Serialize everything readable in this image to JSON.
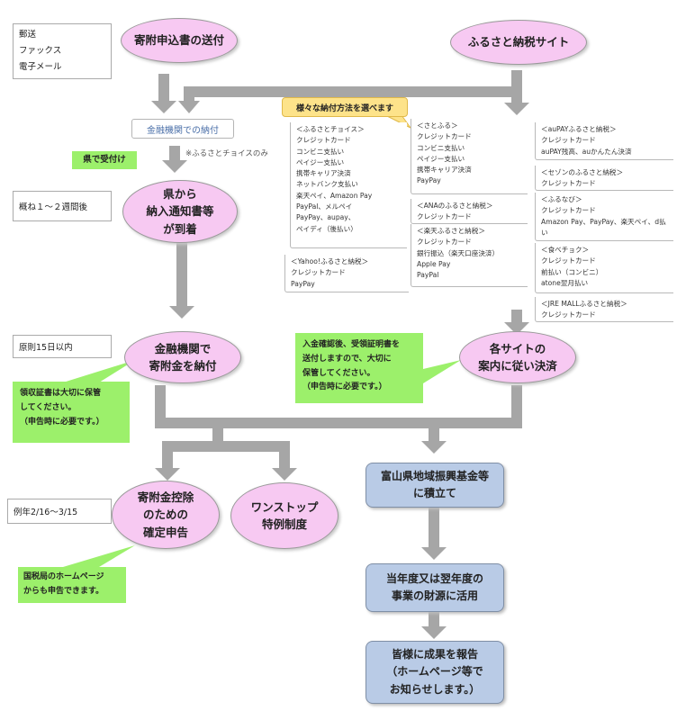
{
  "top_left_note": "郵送\nファックス\n電子メール",
  "nodes": {
    "send_form": "寄附申込書の送付",
    "furusato_site": "ふるさと納税サイト",
    "bank_payment": "金融機関での納付",
    "choice_only": "※ふるさとチョイスのみ",
    "pref_received": "県で受付け",
    "notice_arrival": "県から\n納入通知書等\nが到着",
    "pay_at_bank": "金融機関で\n寄附金を納付",
    "pay_by_site": "各サイトの\n案内に従い決済",
    "tax_return": "寄附金控除\nのための\n確定申告",
    "one_stop": "ワンストップ\n特例制度",
    "fund": "富山県地域振興基金等\nに積立て",
    "use_funds": "当年度又は翌年度の\n事業の財源に活用",
    "report": "皆様に成果を報告\n（ホームページ等で\nお知らせします。）"
  },
  "timing": {
    "t1": "概ね１～２週間後",
    "t2": "原則15日以内",
    "t3": "例年2/16～3/15"
  },
  "callouts": {
    "methods": "様々な納付方法を選べます",
    "receipt_site": "入金確認後、受領証明書を\n送付しますので、大切に\n保管してください。\n（申告時に必要です。）",
    "receipt_bank": "領収証書は大切に保管\nしてください。\n（申告時に必要です。）",
    "tax_office": "国税局のホームページ\nからも申告できます。"
  },
  "payment_lists": {
    "choice": [
      "＜ふるさとチョイス＞",
      "クレジットカード",
      "コンビニ支払い",
      "ペイジー支払い",
      "携帯キャリア決済",
      "ネットバンク支払い",
      "楽天ペイ、Amazon Pay",
      "PayPal、メルペイ",
      "PayPay、aupay、",
      "ペイディ（後払い）"
    ],
    "yahoo": [
      "＜Yahoo!ふるさと納税＞",
      "クレジットカード",
      "PayPay"
    ],
    "satofull": [
      "＜さとふる＞",
      "クレジットカード",
      "コンビニ支払い",
      "ペイジー支払い",
      "携帯キャリア決済",
      "PayPay"
    ],
    "ana": [
      "＜ANAのふるさと納税＞",
      "クレジットカード"
    ],
    "rakuten": [
      "＜楽天ふるさと納税＞",
      "クレジットカード",
      "銀行振込（楽天口座決済）",
      "Apple Pay",
      "PayPal"
    ],
    "aupay": [
      "＜auPAYふるさと納税＞",
      "クレジットカード",
      "auPAY残高、auかんたん決済"
    ],
    "saison": [
      "＜セゾンのふるさと納税＞",
      "クレジットカード"
    ],
    "furunavi": [
      "＜ふるなび＞",
      "クレジットカード",
      "Amazon Pay、PayPay、楽天ペイ、d払",
      "い"
    ],
    "tabechoku": [
      "＜食べチョク＞",
      "クレジットカード",
      "前払い（コンビニ）",
      "atone翌月払い"
    ],
    "jre": [
      "＜JRE MALLふるさと納税＞",
      "クレジットカード"
    ]
  },
  "colors": {
    "ellipse_fill": "#f7c9f2",
    "box_fill": "#b9cbe6",
    "green_fill": "#9cf06b",
    "yellow_fill": "#fde38a",
    "arrow": "#a6a6a6"
  }
}
